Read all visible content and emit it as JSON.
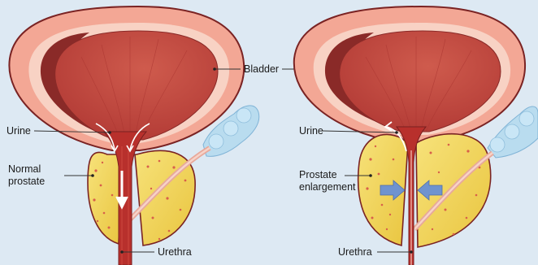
{
  "left_panel": {
    "urine_label": "Urine",
    "prostate_label_line1": "Normal",
    "prostate_label_line2": "prostate",
    "urethra_label": "Urethra"
  },
  "right_panel": {
    "urine_label": "Urine",
    "prostate_label_line1": "Prostate",
    "prostate_label_line2": "enlargement",
    "urethra_label": "Urethra"
  },
  "shared": {
    "bladder_label": "Bladder"
  },
  "colors": {
    "background": "#dde9f3",
    "bladder_outer": "#f3a795",
    "bladder_inner": "#c94f45",
    "bladder_shadow": "#8a2a28",
    "prostate": "#f2d95a",
    "prostate_spots": "#d8604a",
    "seminal_vesicle": "#b9dcef",
    "compression_arrows": "#6f93cf"
  }
}
